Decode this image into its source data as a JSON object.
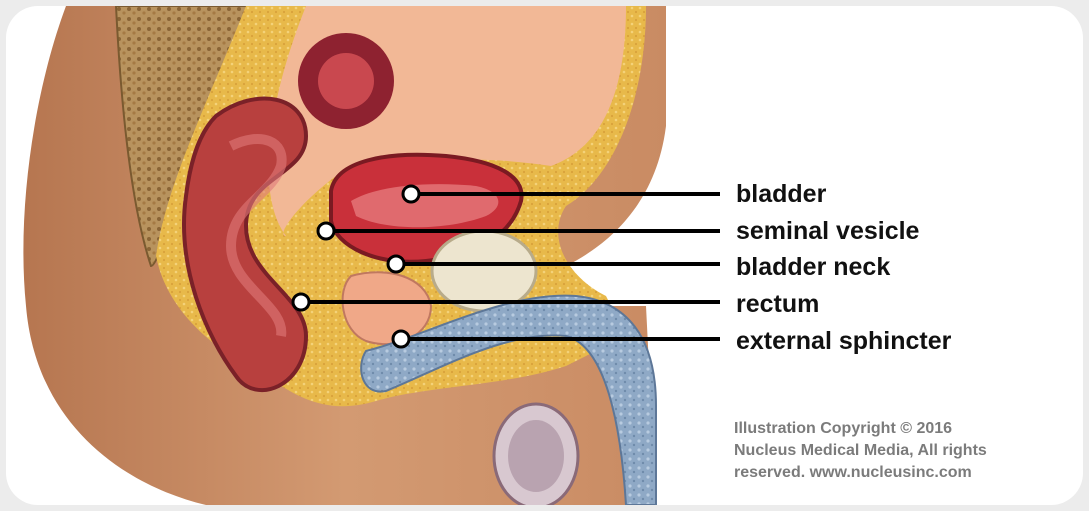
{
  "labels": {
    "bladder": "bladder",
    "seminal_vesicle": "seminal vesicle",
    "bladder_neck": "bladder neck",
    "rectum": "rectum",
    "external_sphincter": "external sphincter"
  },
  "copyright": {
    "line1": "Illustration Copyright © 2016",
    "line2": "Nucleus Medical Media, All rights",
    "line3": "reserved. www.nucleusinc.com"
  },
  "colors": {
    "skin": "#c98b63",
    "fat": "#e8b94a",
    "bladder_wall": "#c9303a",
    "rectum_wall": "#b8403e",
    "cavity": "#f2b896",
    "bone_blue": "#8fa9c6",
    "seminal": "#ede5cf",
    "leader": "#000000",
    "copyright_text": "#7b7b7b"
  }
}
